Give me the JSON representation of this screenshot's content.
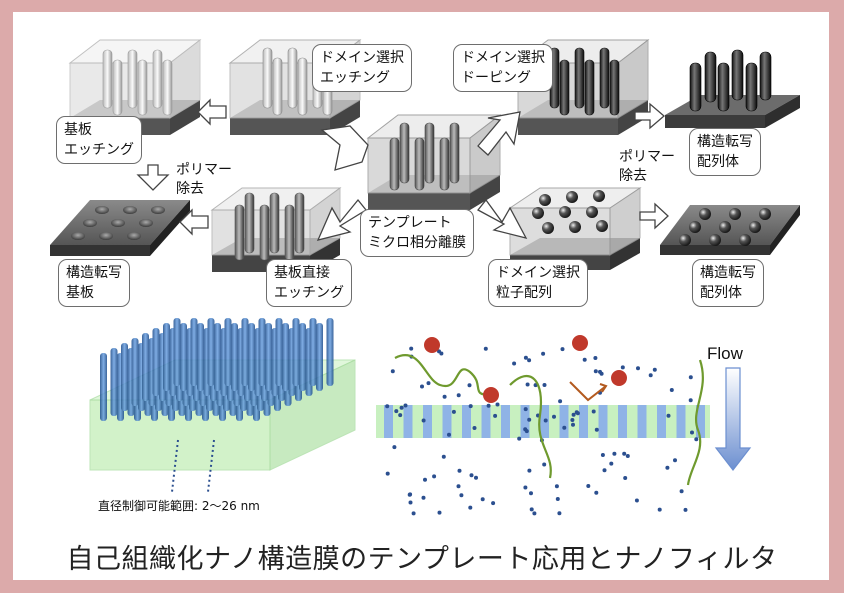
{
  "caption": "自己組織化ナノ構造膜のテンプレート応用とナノフィルタ",
  "labels": {
    "etch_select": "ドメイン選択\nエッチング",
    "dope_select": "ドメイン選択\nドーピング",
    "substrate_etch": "基板\nエッチング",
    "struct_array_top": "構造転写\n配列体",
    "polymer_removal_left": "ポリマー\n除去",
    "polymer_removal_right": "ポリマー\n除去",
    "template": "テンプレート\nミクロ相分離膜",
    "struct_substrate": "構造転写\n基板",
    "direct_etch": "基板直接\nエッチング",
    "particle_array": "ドメイン選択\n粒子配列",
    "struct_array_bottom": "構造転写\n配列体"
  },
  "range_text": "直径制御可能範囲: 2〜26 nm",
  "flow_label": "Flow",
  "colors": {
    "frame": "#dcaaaa",
    "membrane_green": "#c8f0c0",
    "membrane_blue": "#8fb3e6",
    "particle_red": "#c0392b",
    "dot_blue": "#2b4f8f",
    "chain_green": "#6f9a2e",
    "arrow_orange": "#b35a1f"
  }
}
